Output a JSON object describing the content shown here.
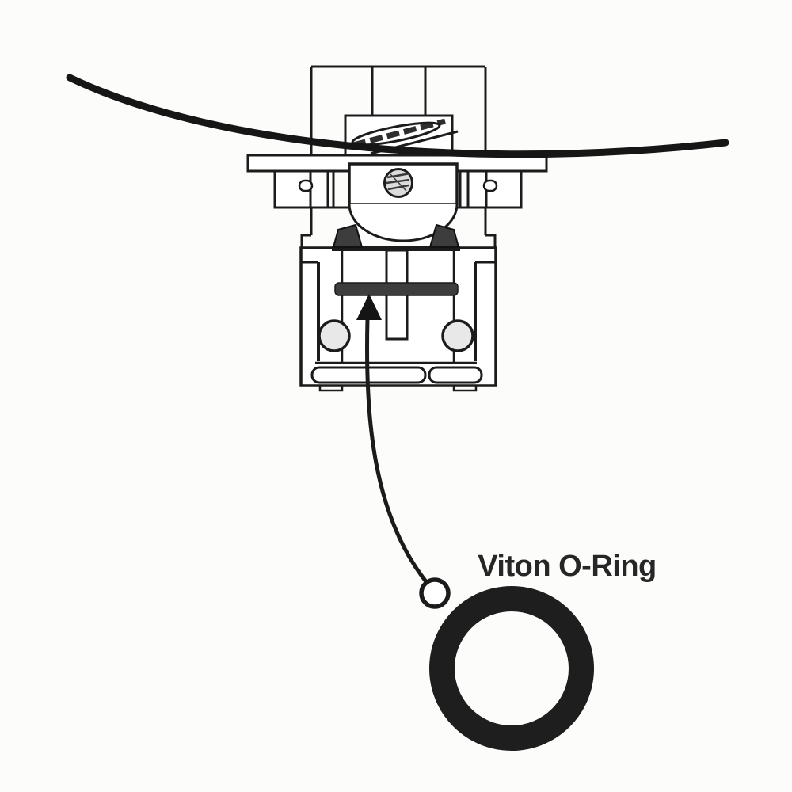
{
  "diagram": {
    "callout_label": "Viton O-Ring",
    "colors": {
      "background": "#fcfcfb",
      "ink": "#1b1b1b",
      "dark_fill": "#3d3d3d",
      "light_fill": "#e7e5e2",
      "ring": "#1e1e1e",
      "label_text": "#262626"
    },
    "components": [
      "tank-bottom-curve",
      "upper-mount-block",
      "hatched-insert",
      "mounting-flange",
      "side-bracket-left",
      "side-bracket-right",
      "screw-head",
      "dome-seat",
      "seal-wedge-left",
      "seal-wedge-right",
      "lower-housing",
      "gasket-bar",
      "valve-stem",
      "ball-left",
      "ball-right",
      "foot-left",
      "foot-right",
      "leader-arrow",
      "oring-cross-section-marker",
      "oring-front-view"
    ]
  }
}
